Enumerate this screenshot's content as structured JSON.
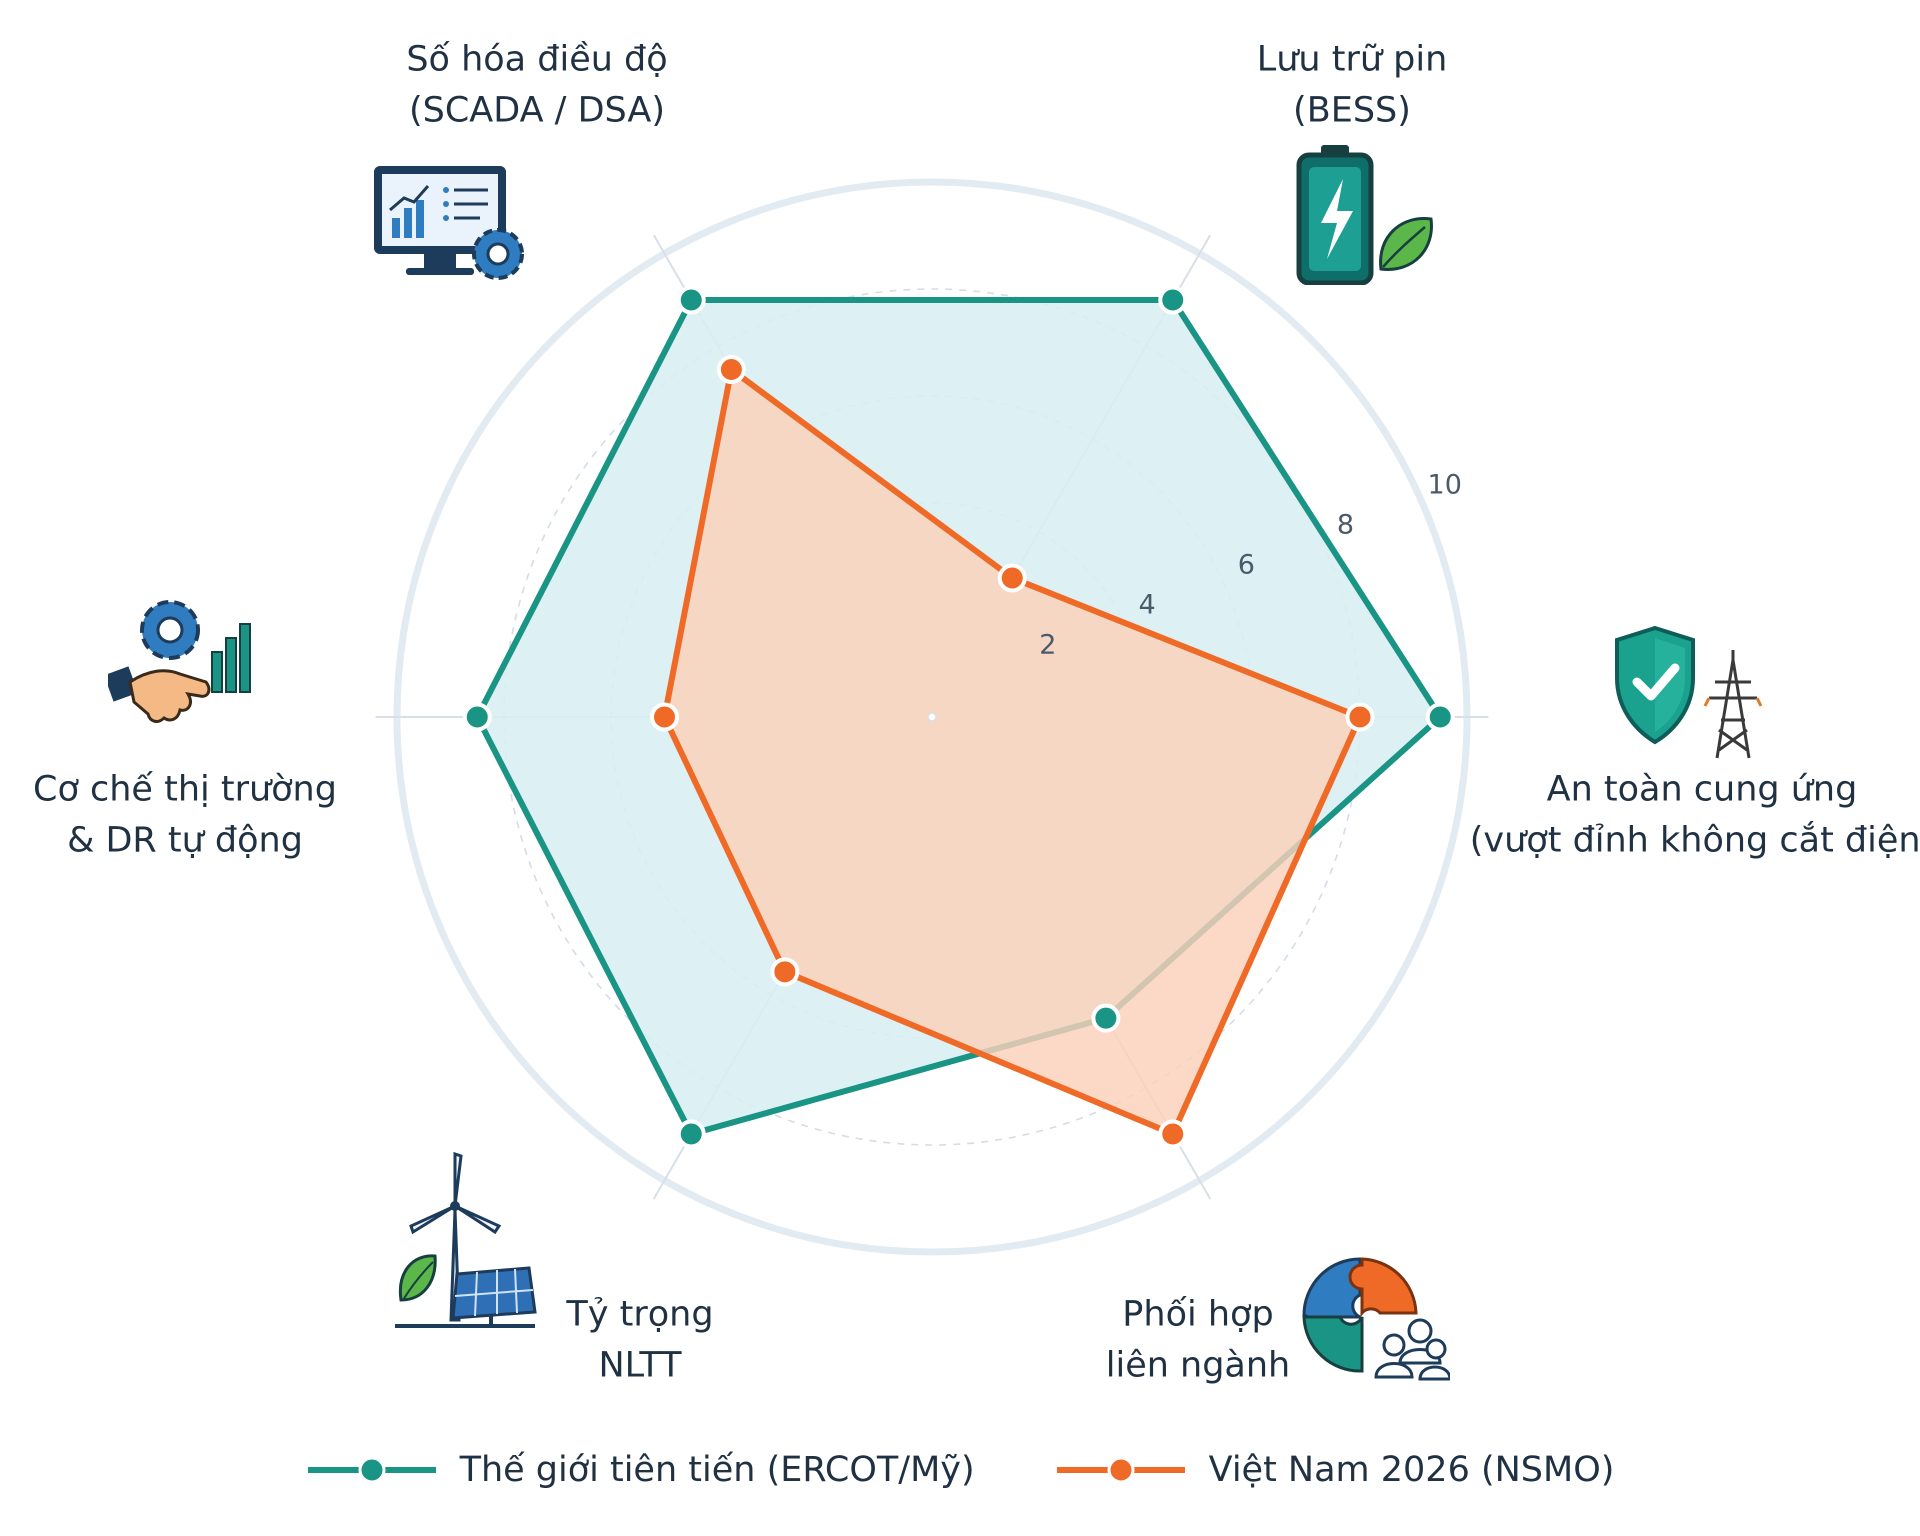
{
  "chart_data": {
    "type": "radar",
    "axes": [
      "An toàn cung ứng (vượt đỉnh không cắt điện)",
      "Lưu trữ pin (BESS)",
      "Số hóa điều độ (SCADA / DSA)",
      "Cơ chế thị trường & DR tự động",
      "Tỷ trọng NLTT",
      "Phối hợp liên ngành"
    ],
    "axis_label_lines": [
      [
        "An toàn cung ứng",
        "(vượt đỉnh không cắt điện)"
      ],
      [
        "Lưu trữ pin",
        "(BESS)"
      ],
      [
        "Số hóa điều độ",
        "(SCADA / DSA)"
      ],
      [
        "Cơ chế thị trường",
        "& DR tự động"
      ],
      [
        "Tỷ trọng",
        "NLTT"
      ],
      [
        "Phối hợp",
        "liên ngành"
      ]
    ],
    "axis_icons": [
      "shield-check-pylon",
      "battery-leaf",
      "monitor-gear",
      "handshake-gear",
      "wind-solar",
      "puzzle-people"
    ],
    "ticks": [
      2,
      4,
      6,
      8,
      10
    ],
    "range": [
      0,
      10
    ],
    "grid": true,
    "legend_position": "bottom",
    "series": [
      {
        "name": "Thế giới tiên tiến (ERCOT/Mỹ)",
        "values": [
          9.5,
          9.0,
          9.0,
          8.5,
          9.0,
          6.5
        ],
        "color": "#1a9485",
        "fill": "#d9eef2"
      },
      {
        "name": "Việt Nam 2026 (NSMO)",
        "values": [
          8.0,
          3.0,
          7.5,
          5.0,
          5.5,
          9.0
        ],
        "color": "#ef6a26",
        "fill": "#fbd1b9"
      }
    ]
  }
}
